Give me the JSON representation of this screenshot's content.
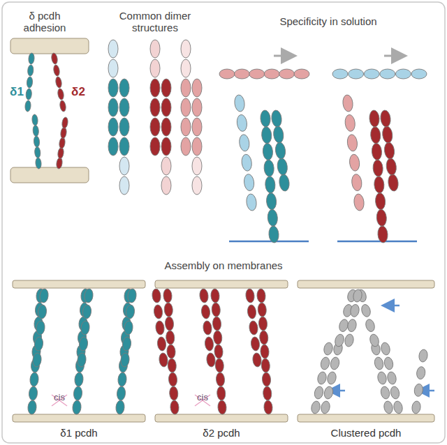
{
  "diagram": {
    "labels": [
      "δ pcdh adhesion",
      "δ1",
      "δ2",
      "Common dimer structures",
      "Specificity in solution",
      "Assembly on membranes",
      "cis",
      "cis",
      "δ1 pcdh",
      "δ2 pcdh",
      "Clustered pcdh"
    ]
  }
}
